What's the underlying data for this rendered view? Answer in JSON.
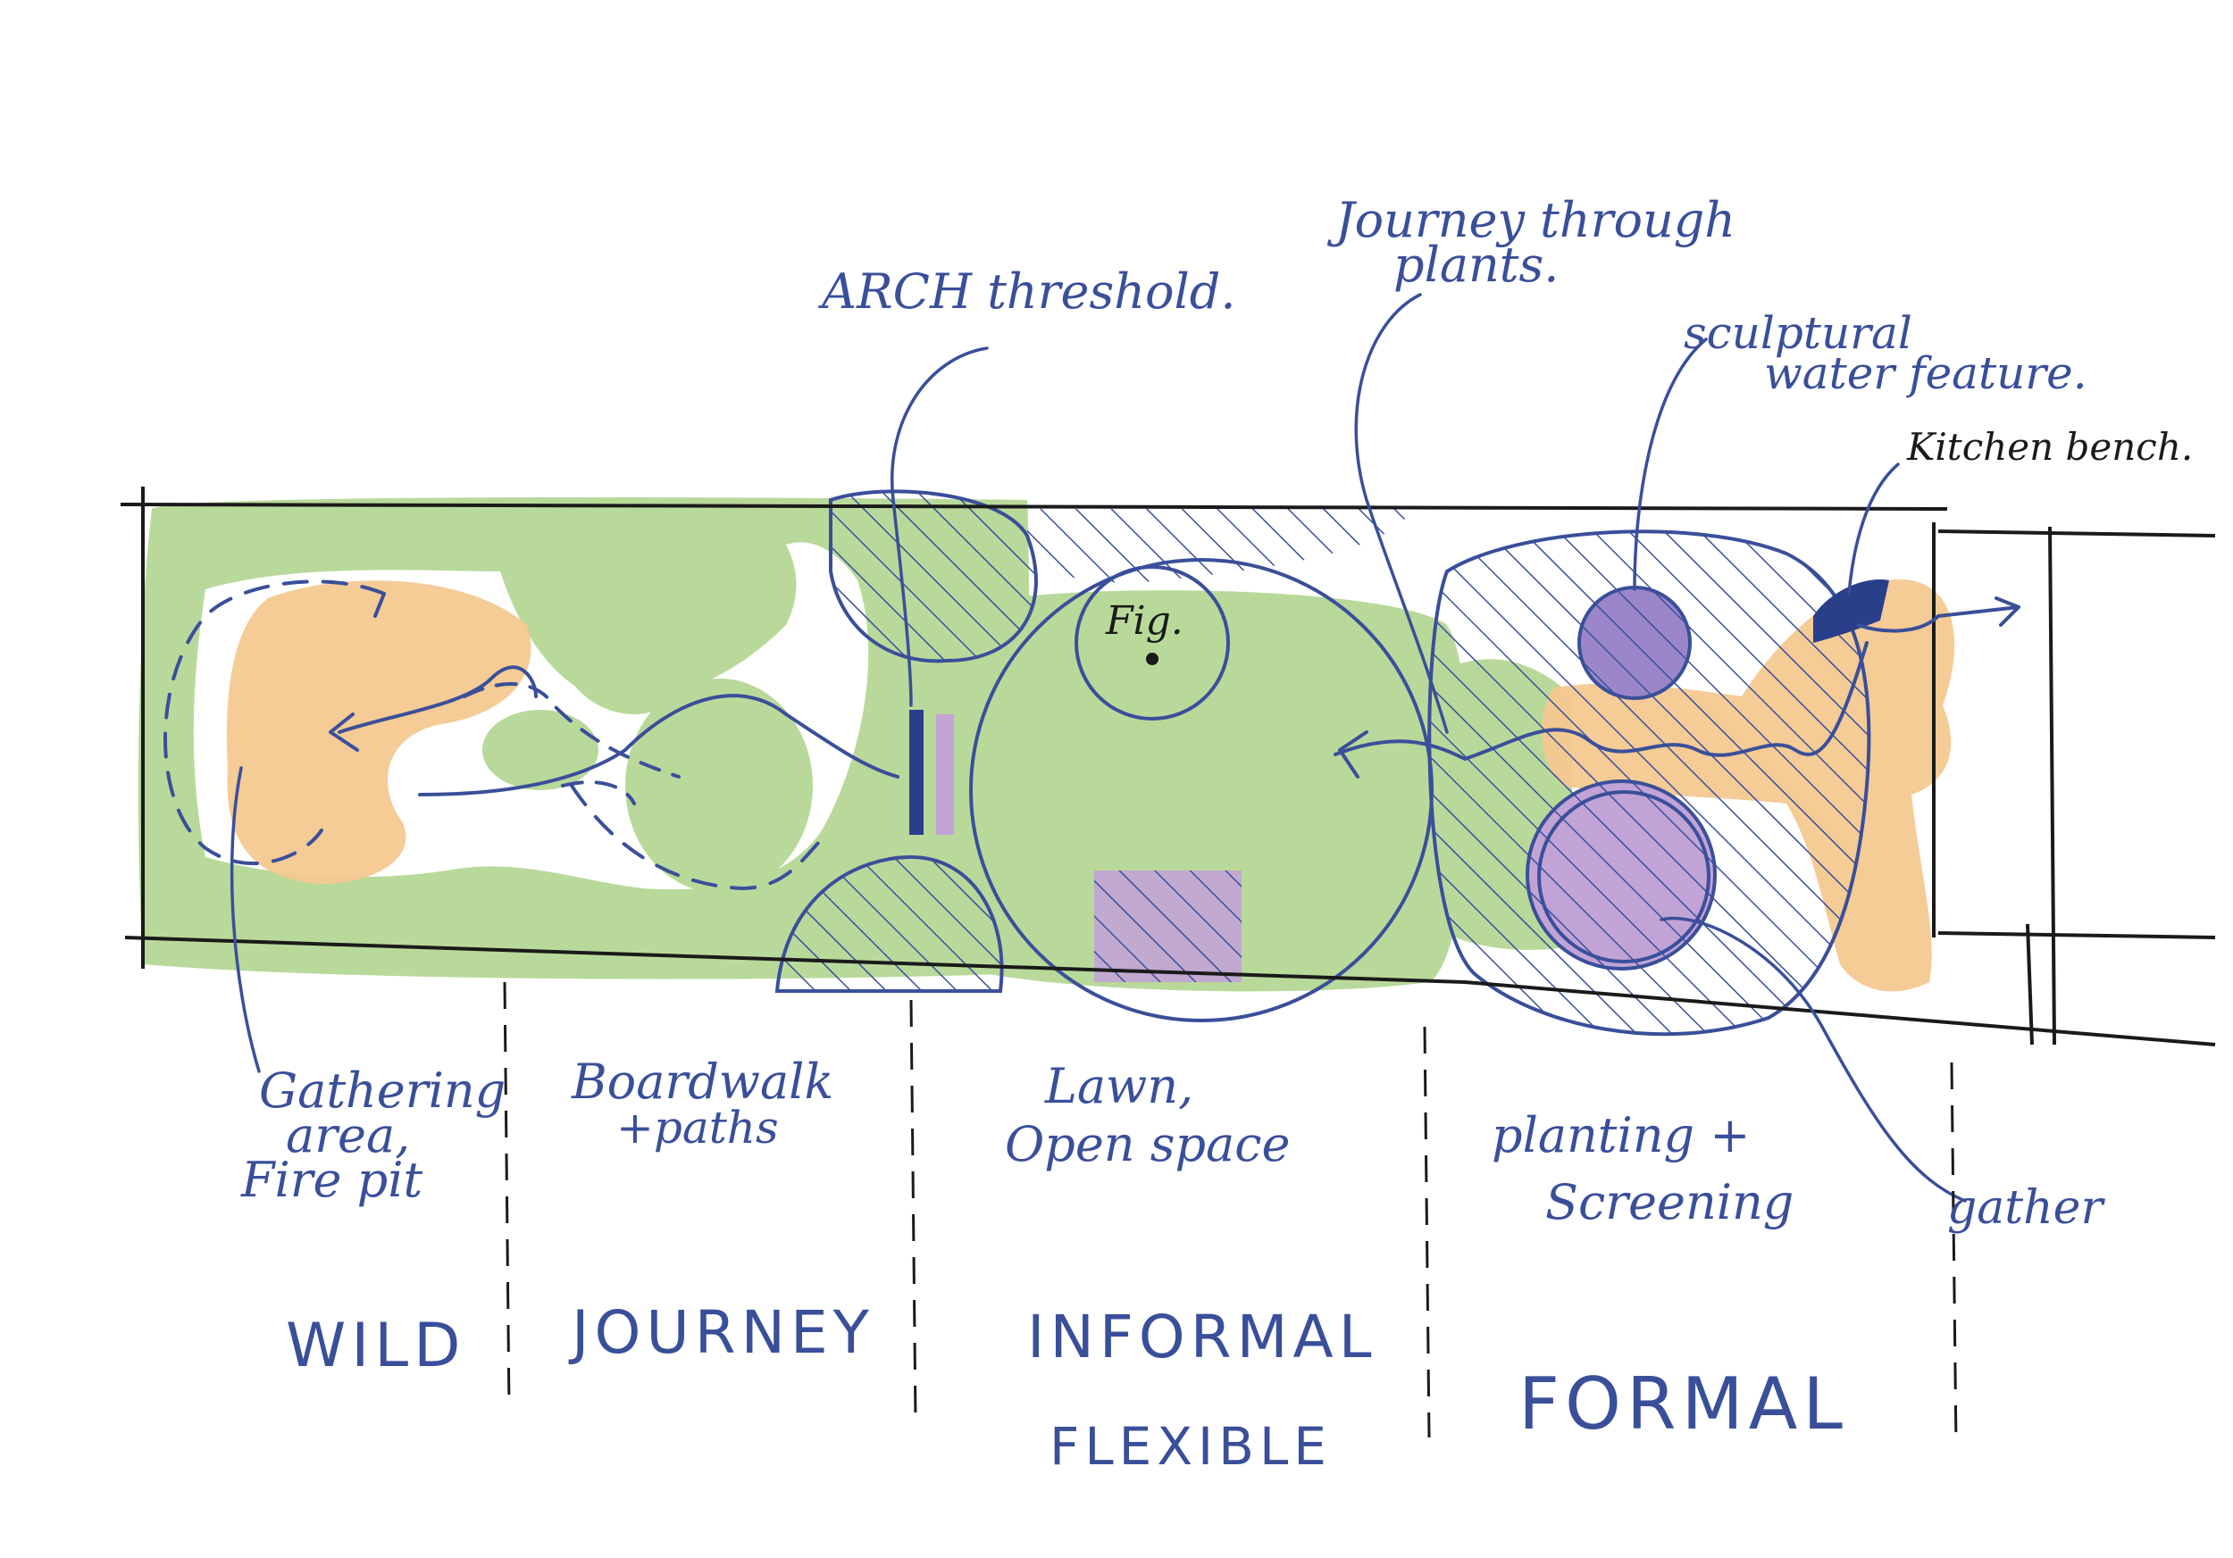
{
  "colors": {
    "ink": "#3a4f9a",
    "black": "#1a1a1a",
    "green": "#b9d99a",
    "orange": "#f4c890",
    "purple": "#c2a3d6"
  },
  "annotations": {
    "arch": "ARCH threshold.",
    "journey_line1": "Journey through",
    "journey_line2": "plants.",
    "sculpture_line1": "sculptural",
    "sculpture_line2": "water feature.",
    "kitchen": "Kitchen bench.",
    "fig": "Fig."
  },
  "zones": {
    "gathering_line1": "Gathering",
    "gathering_line2": "area,",
    "gathering_line3": "Fire pit",
    "boardwalk_line1": "Boardwalk",
    "boardwalk_line2": "+paths",
    "lawn_line1": "Lawn,",
    "lawn_line2": "Open space",
    "planting_line1": "planting +",
    "planting_line2": "Screening",
    "gather": "gather"
  },
  "characters": {
    "wild": "WILD",
    "journey": "JOURNEY",
    "informal": "INFORMAL",
    "flexible": "FLEXIBLE",
    "formal": "FORMAL"
  }
}
